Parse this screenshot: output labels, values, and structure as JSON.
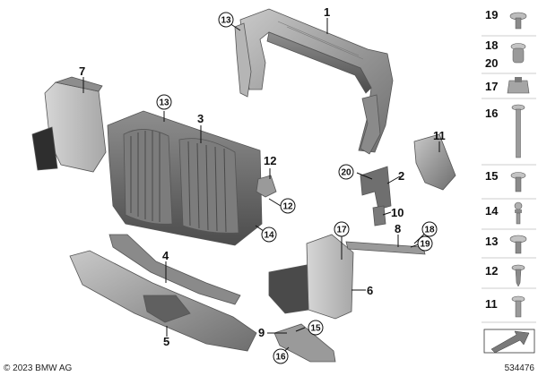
{
  "callouts": {
    "p1": "1",
    "p2": "2",
    "p3": "3",
    "p4": "4",
    "p5": "5",
    "p6": "6",
    "p7": "7",
    "p8": "8",
    "p9": "9",
    "p10": "10",
    "p11": "11",
    "p12": "12"
  },
  "circled_callouts": {
    "c13a": "13",
    "c13b": "13",
    "c12": "12",
    "c14": "14",
    "c17": "17",
    "c18": "18",
    "c19": "19",
    "c20": "20",
    "c15": "15",
    "c16": "16"
  },
  "sidebar": {
    "items": [
      {
        "numbers": [
          "19"
        ],
        "icon": "washer-screw-icon"
      },
      {
        "numbers": [
          "18",
          "20"
        ],
        "icon": "expanding-nut-icon"
      },
      {
        "numbers": [
          "17"
        ],
        "icon": "clip-nut-icon"
      },
      {
        "numbers": [
          "16"
        ],
        "icon": "long-bolt-icon"
      },
      {
        "numbers": [
          "15"
        ],
        "icon": "flange-screw-icon"
      },
      {
        "numbers": [
          "14"
        ],
        "icon": "ball-stud-icon"
      },
      {
        "numbers": [
          "13"
        ],
        "icon": "collar-screw-icon"
      },
      {
        "numbers": [
          "12"
        ],
        "icon": "tapping-screw-icon"
      },
      {
        "numbers": [
          "11"
        ],
        "icon": "plastic-rivet-icon"
      }
    ]
  },
  "footer": {
    "copyright": "© 2023 BMW AG",
    "diagram_number": "534476"
  },
  "colors": {
    "part_fill": "#9b9b9b",
    "part_dark": "#6f6f6f",
    "part_light": "#c4c4c4",
    "line": "#111111"
  }
}
